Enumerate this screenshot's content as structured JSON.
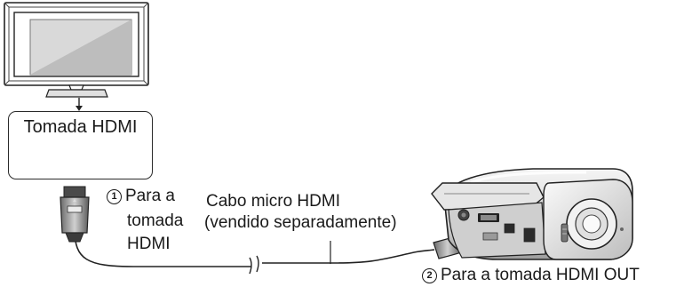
{
  "tv_port_label": "Tomada HDMI",
  "step1": {
    "number": "1",
    "line1": "Para a",
    "line2": "tomada",
    "line3": "HDMI"
  },
  "cable": {
    "line1": "Cabo micro HDMI",
    "line2": "(vendido separadamente)"
  },
  "step2": {
    "number": "2",
    "text": "Para a tomada HDMI OUT"
  }
}
